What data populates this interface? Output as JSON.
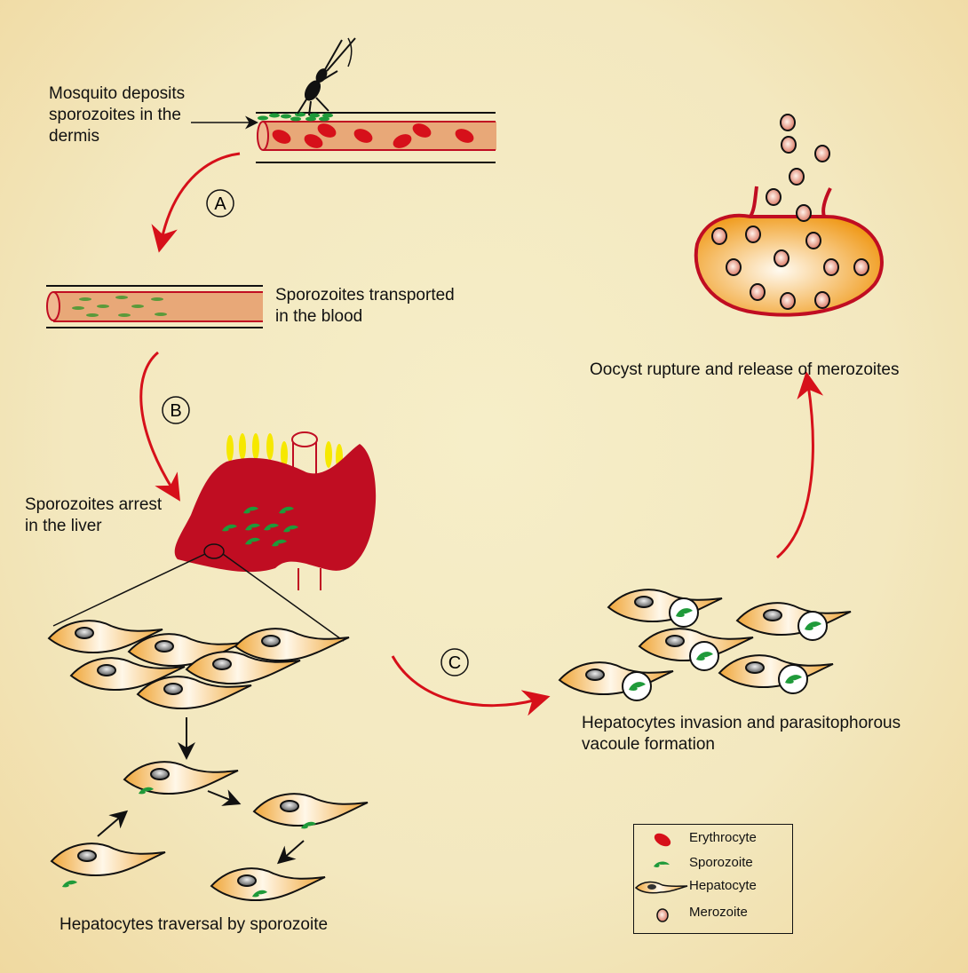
{
  "labels": {
    "mosquito": [
      "Mosquito deposits",
      "sporozoites in the",
      "dermis"
    ],
    "transport": [
      "Sporozoites transported",
      "in the blood"
    ],
    "liver": [
      "Sporozoites arrest",
      "in the liver"
    ],
    "traversal": "Hepatocytes traversal by sporozoite",
    "invasion": [
      "Hepatocytes invasion and parasitophorous",
      "vacoule formation"
    ],
    "rupture": "Oocyst rupture and release of merozoites"
  },
  "steps": {
    "a": "A",
    "b": "B",
    "c": "C"
  },
  "legend": {
    "items": [
      {
        "label": "Erythrocyte",
        "icon": "erythrocyte-icon"
      },
      {
        "label": "Sporozoite",
        "icon": "sporozoite-icon"
      },
      {
        "label": "Hepatocyte",
        "icon": "hepatocyte-icon"
      },
      {
        "label": "Merozoite",
        "icon": "merozoite-icon"
      }
    ]
  },
  "colors": {
    "red": "#d6101a",
    "liver": "#c00d22",
    "green": "#1f9a3a",
    "orange": "#f0a73a",
    "vessel": "#e8a878"
  }
}
